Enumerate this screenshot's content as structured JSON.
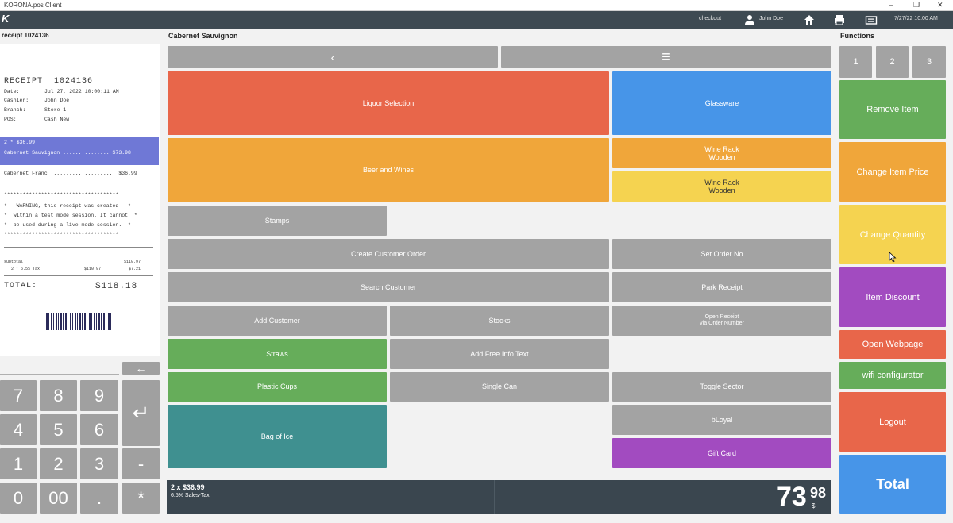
{
  "window": {
    "title": "KORONA.pos Client",
    "controls": [
      "–",
      "❐",
      "✕"
    ]
  },
  "header": {
    "mode": "checkout",
    "user": "John Doe",
    "datetime": "7/27/22 10:00 AM",
    "icons": [
      "user-icon",
      "home-icon",
      "printer-icon",
      "keyboard-icon"
    ]
  },
  "receipt_panel": {
    "heading": "receipt 1024136",
    "title": "RECEIPT  1024136",
    "date_label": "Date:",
    "date_value": "Jul 27, 2022 10:00:11 AM",
    "cashier_label": "Cashier:",
    "cashier_value": "John Doe",
    "branch_label": "Branch:",
    "branch_value": "Store 1",
    "pos_label": "POS:",
    "pos_value": "Cash New",
    "selected_qty_line": "2 * $36.99",
    "selected_item_line": "Cabernet Sauvignon ............... $73.98",
    "item2_line": "Cabernet Franc ..................... $36.99",
    "stars": "*************************************",
    "warning1": "*   WARNING, this receipt was created   *",
    "warning2": "*  within a test mode session. It cannot  *",
    "warning3": "*  be used during a live mode session.  *",
    "subtotal_label": "subtotal",
    "subtotal_value": "$110.97",
    "tax_label": "2 * 6.5% Tax",
    "tax_base": "$110.97",
    "tax_value": "$7.21",
    "total_label": "TOTAL:",
    "total_value": "$118.18"
  },
  "numpad": {
    "backspace": "←",
    "enter": "↵",
    "keys": [
      "7",
      "8",
      "9",
      "4",
      "5",
      "6",
      "1",
      "2",
      "3",
      "-",
      "0",
      "00",
      ".",
      "*"
    ]
  },
  "center": {
    "title": "Cabernet Sauvignon",
    "nav_back": "‹",
    "nav_menu": "≡",
    "buttons": {
      "liquor": "Liquor Selection",
      "glassware": "Glassware",
      "beer_wines": "Beer and Wines",
      "wine_rack_1": "Wine Rack\nWooden",
      "wine_rack_2": "Wine Rack\nWooden",
      "stamps": "Stamps",
      "create_order": "Create Customer Order",
      "set_order_no": "Set Order No",
      "search_customer": "Search Customer",
      "park_receipt": "Park Receipt",
      "add_customer": "Add Customer",
      "stocks": "Stocks",
      "open_receipt": "Open Receipt\nvia Order Number",
      "straws": "Straws",
      "add_free_info": "Add Free Info Text",
      "plastic_cups": "Plastic Cups",
      "single_can": "Single Can",
      "toggle_sector": "Toggle Sector",
      "bag_of_ice": "Bag of Ice",
      "bloyal": "bLoyal",
      "gift_card": "Gift Card"
    },
    "footer": {
      "qty_price": "2 x $36.99",
      "tax_note": "6.5% Sales-Tax",
      "amount_main": "73",
      "amount_cents": "98",
      "currency": "$"
    }
  },
  "functions": {
    "title": "Functions",
    "pages": [
      "1",
      "2",
      "3"
    ],
    "buttons": {
      "remove_item": "Remove Item",
      "change_price": "Change Item Price",
      "change_qty": "Change Quantity",
      "item_discount": "Item Discount",
      "open_webpage": "Open Webpage",
      "wifi_config": "wifi configurator",
      "logout": "Logout",
      "total": "Total"
    }
  },
  "colors": {
    "header": "#3e4a52",
    "grey": "#a3a3a3",
    "orange_red": "#e8664a",
    "blue": "#4795e8",
    "orange": "#f0a63a",
    "yellow": "#f5d350",
    "green": "#66ad5a",
    "teal": "#3f9090",
    "purple": "#a24bc0",
    "selected_row": "#6f78d6"
  }
}
